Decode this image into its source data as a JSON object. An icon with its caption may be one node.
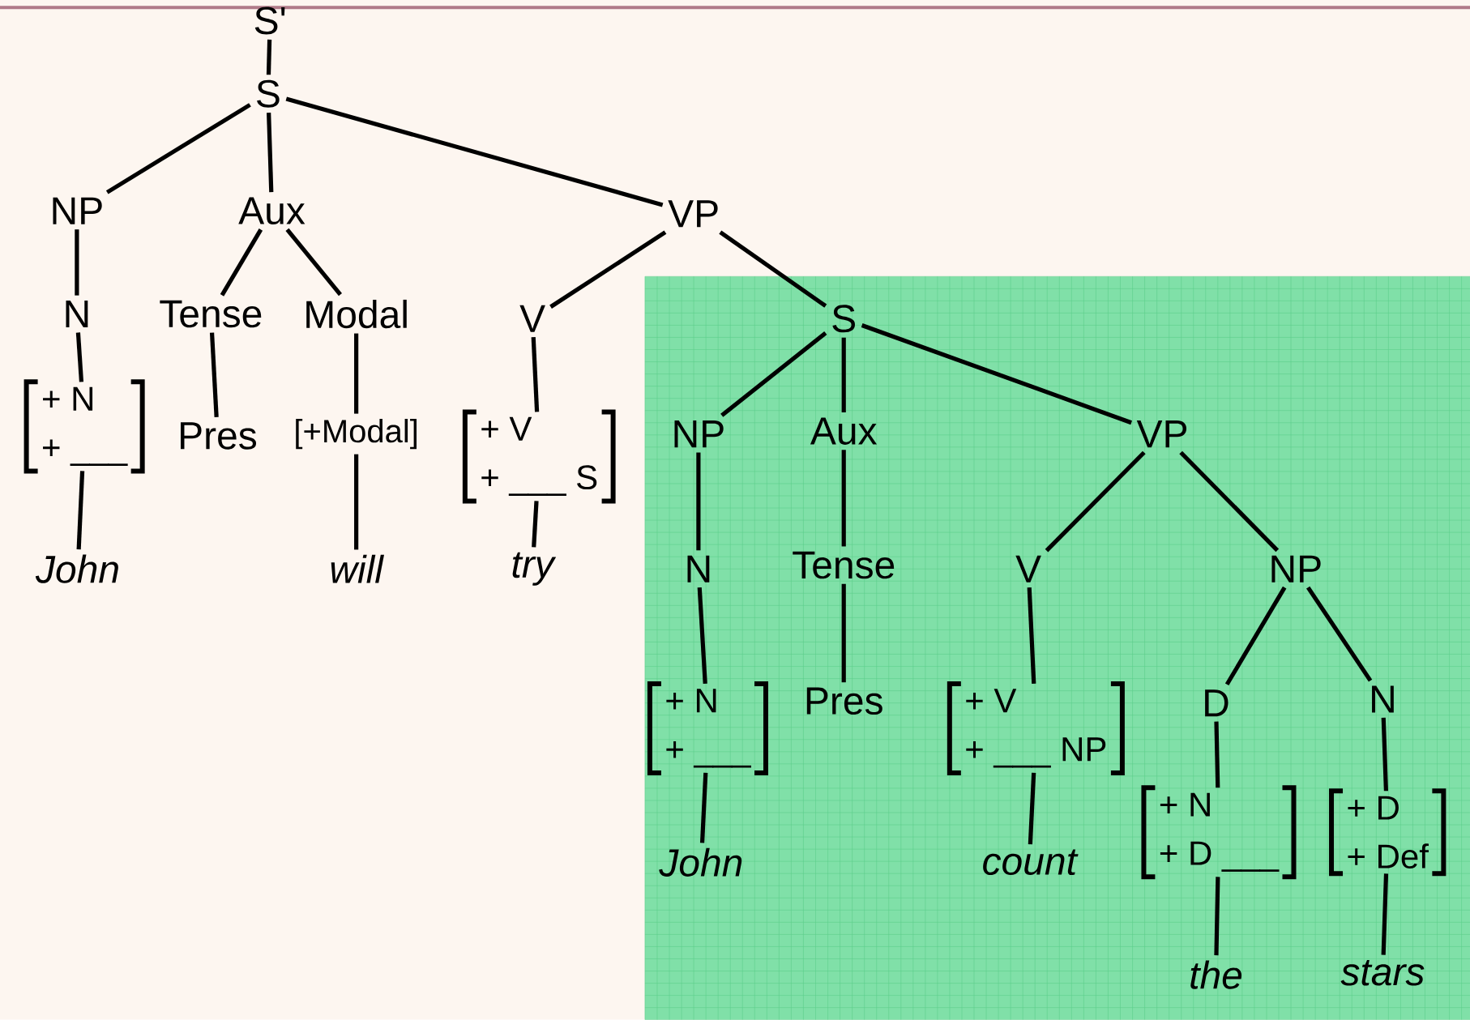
{
  "diagram": {
    "nodes": [
      {
        "text": [
          "S'"
        ]
      },
      {
        "text": [
          "S"
        ]
      },
      {
        "text": [
          "NP"
        ]
      },
      {
        "text": [
          "Aux"
        ]
      },
      {
        "text": [
          "VP"
        ]
      },
      {
        "text": [
          "N"
        ]
      },
      {
        "text": [
          "Tense"
        ]
      },
      {
        "text": [
          "Modal"
        ]
      },
      {
        "text": [
          "V"
        ]
      },
      {
        "text": [
          "S"
        ]
      },
      {
        "text": [
          "+ N",
          "+ ___"
        ]
      },
      {
        "text": [
          "Pres"
        ]
      },
      {
        "text": [
          "[+Modal]"
        ]
      },
      {
        "text": [
          "+ V",
          "+ ___ S"
        ]
      },
      {
        "text": [
          "NP"
        ]
      },
      {
        "text": [
          "Aux"
        ]
      },
      {
        "text": [
          "VP"
        ]
      },
      {
        "text": [
          "John"
        ]
      },
      {
        "text": [
          "will"
        ]
      },
      {
        "text": [
          "try"
        ]
      },
      {
        "text": [
          "N"
        ]
      },
      {
        "text": [
          "Tense"
        ]
      },
      {
        "text": [
          "V"
        ]
      },
      {
        "text": [
          "NP"
        ]
      },
      {
        "text": [
          "+ N",
          "+ ___"
        ]
      },
      {
        "text": [
          "Pres"
        ]
      },
      {
        "text": [
          "+ V",
          "+ ___ NP"
        ]
      },
      {
        "text": [
          "D"
        ]
      },
      {
        "text": [
          "N"
        ]
      },
      {
        "text": [
          "John"
        ]
      },
      {
        "text": [
          "count"
        ]
      },
      {
        "text": [
          "+ N",
          "+ D ___"
        ]
      },
      {
        "text": [
          "+ D",
          "+ Def"
        ]
      },
      {
        "text": [
          "the"
        ]
      },
      {
        "text": [
          "stars"
        ]
      }
    ],
    "edges": [
      {
        "from": 0,
        "to": 1,
        "arrow": "none"
      },
      {
        "from": 1,
        "to": 2,
        "arrow": "none"
      },
      {
        "from": 1,
        "to": 3,
        "arrow": "none"
      },
      {
        "from": 1,
        "to": 4,
        "arrow": "none"
      },
      {
        "from": 2,
        "to": 5,
        "arrow": "none"
      },
      {
        "from": 3,
        "to": 6,
        "arrow": "none"
      },
      {
        "from": 3,
        "to": 7,
        "arrow": "none"
      },
      {
        "from": 4,
        "to": 8,
        "arrow": "none"
      },
      {
        "from": 4,
        "to": 9,
        "arrow": "none"
      },
      {
        "from": 5,
        "to": 10,
        "arrow": "none"
      },
      {
        "from": 6,
        "to": 11,
        "arrow": "none"
      },
      {
        "from": 7,
        "to": 12,
        "arrow": "none"
      },
      {
        "from": 8,
        "to": 13,
        "arrow": "none"
      },
      {
        "from": 9,
        "to": 14,
        "arrow": "none"
      },
      {
        "from": 9,
        "to": 15,
        "arrow": "none"
      },
      {
        "from": 9,
        "to": 16,
        "arrow": "none"
      },
      {
        "from": 10,
        "to": 17,
        "arrow": "none"
      },
      {
        "from": 12,
        "to": 18,
        "arrow": "none"
      },
      {
        "from": 13,
        "to": 19,
        "arrow": "none"
      },
      {
        "from": 14,
        "to": 20,
        "arrow": "none"
      },
      {
        "from": 15,
        "to": 21,
        "arrow": "none"
      },
      {
        "from": 16,
        "to": 22,
        "arrow": "none"
      },
      {
        "from": 16,
        "to": 23,
        "arrow": "none"
      },
      {
        "from": 20,
        "to": 24,
        "arrow": "none"
      },
      {
        "from": 21,
        "to": 25,
        "arrow": "none"
      },
      {
        "from": 22,
        "to": 26,
        "arrow": "none"
      },
      {
        "from": 23,
        "to": 27,
        "arrow": "none"
      },
      {
        "from": 23,
        "to": 28,
        "arrow": "none"
      },
      {
        "from": 24,
        "to": 29,
        "arrow": "none"
      },
      {
        "from": 26,
        "to": 30,
        "arrow": "none"
      },
      {
        "from": 27,
        "to": 31,
        "arrow": "none"
      },
      {
        "from": 28,
        "to": 32,
        "arrow": "none"
      },
      {
        "from": 31,
        "to": 33,
        "arrow": "none"
      },
      {
        "from": 32,
        "to": 34,
        "arrow": "none"
      }
    ]
  }
}
